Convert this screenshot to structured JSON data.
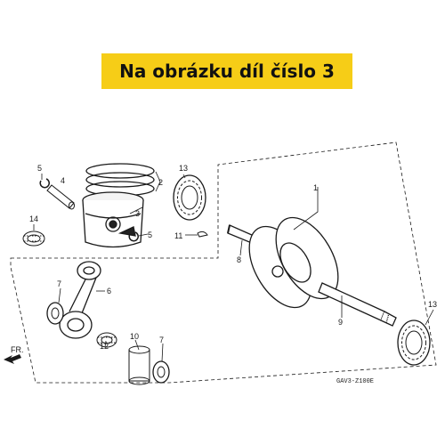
{
  "banner": {
    "text": "Na obrázku díl číslo 3"
  },
  "callouts": {
    "c1": "1",
    "c2": "2",
    "c3": "3",
    "c5a": "5",
    "c5b": "5",
    "c6": "6",
    "c7a": "7",
    "c7b": "7",
    "c8": "8",
    "c9": "9",
    "c10": "10",
    "c11": "11",
    "c12": "12",
    "c13a": "13",
    "c13b": "13",
    "c14": "14"
  },
  "front_label": "FR.",
  "diagram_code": "GAV3-Z100E",
  "colors": {
    "banner": "#f6cd17",
    "ink": "#1a1a1a"
  },
  "icons": [
    "arrow-front-icon"
  ]
}
